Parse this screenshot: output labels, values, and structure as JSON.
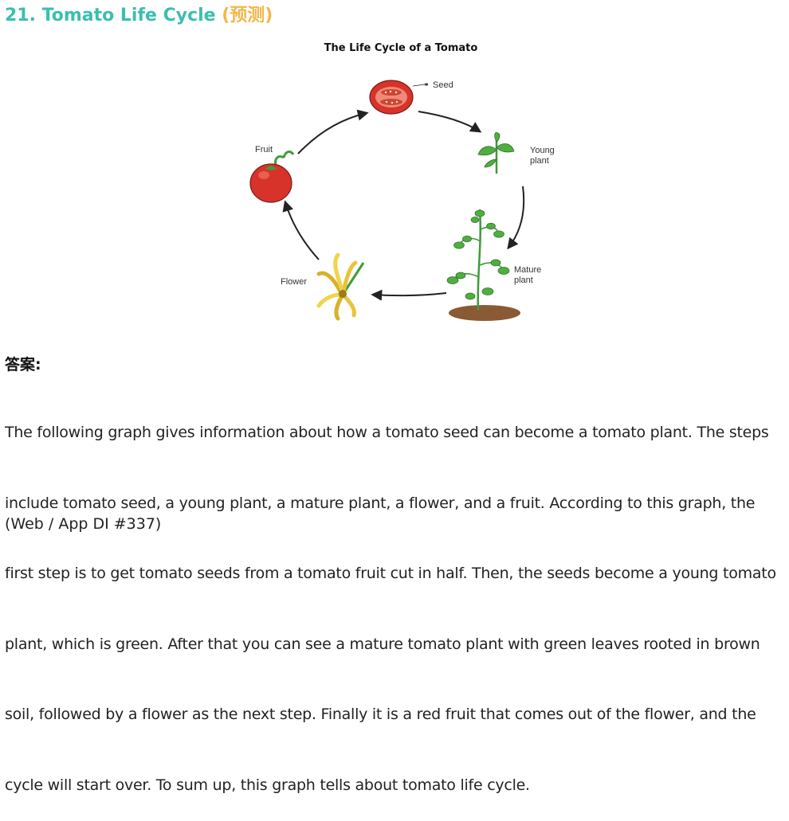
{
  "heading": {
    "main": "21. Tomato Life Cycle ",
    "tag": "(预测)"
  },
  "figure": {
    "title": "The Life Cycle of a Tomato",
    "stages": {
      "seed": "Seed",
      "young": [
        "Young",
        "plant"
      ],
      "mature": [
        "Mature",
        "plant"
      ],
      "flower": "Flower",
      "fruit": "Fruit"
    }
  },
  "answer": {
    "label": "答案:",
    "lines": [
      "The following graph gives information about how a tomato seed can become a tomato plant. The steps",
      "include tomato seed, a young plant, a mature plant, a flower, and a fruit. According to this graph, the",
      "first step is to get tomato seeds from a tomato fruit cut in half. Then, the seeds become a young tomato",
      "plant, which is green. After that you can see a mature tomato plant with green leaves rooted in brown",
      "soil, followed by a flower as the next step. Finally it is a red fruit that comes out of the flower, and the",
      "cycle will start over. To sum up, this graph tells about tomato life cycle."
    ],
    "source": "(Web / App DI #337)"
  },
  "colors": {
    "heading_main": "#3bbfad",
    "heading_tag": "#f0b84a",
    "tomato_red": "#d8332a",
    "leaf_green": "#3f9b3a",
    "soil_brown": "#8a5a35",
    "flower_yellow": "#f2d34b"
  }
}
